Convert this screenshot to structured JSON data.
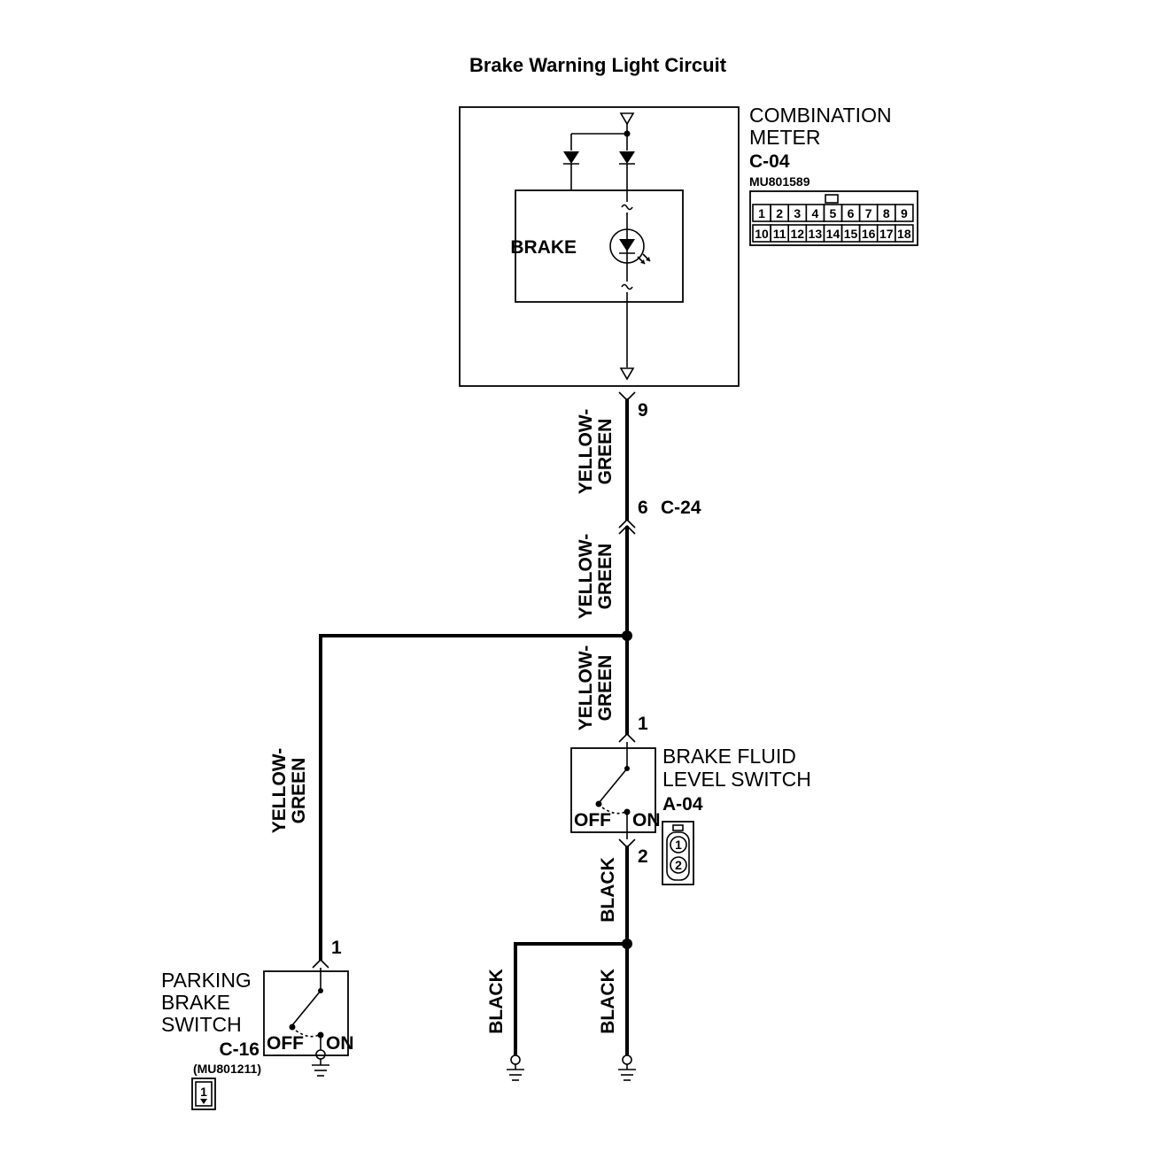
{
  "title": "Brake Warning Light Circuit",
  "combination_meter": {
    "name_line1": "COMBINATION",
    "name_line2": "METER",
    "connector": "C-04",
    "part_no": "MU801589",
    "lamp_label": "BRAKE",
    "pins_row1": [
      "1",
      "2",
      "3",
      "4",
      "5",
      "6",
      "7",
      "8",
      "9"
    ],
    "pins_row2": [
      "10",
      "11",
      "12",
      "13",
      "14",
      "15",
      "16",
      "17",
      "18"
    ]
  },
  "wires": {
    "meter_to_c24": "YELLOW-\nGREEN",
    "c24_to_junction": "YELLOW-\nGREEN",
    "junction_to_fluid_switch": "YELLOW-\nGREEN",
    "junction_to_parking": "YELLOW-\nGREEN",
    "fluid_to_ground": "BLACK",
    "ground_left": "BLACK",
    "ground_right": "BLACK"
  },
  "pins": {
    "meter_pin": "9",
    "c24_pin": "6",
    "c24_name": "C-24",
    "fluid_pin1": "1",
    "fluid_pin2": "2",
    "parking_pin": "1"
  },
  "brake_fluid_switch": {
    "name_line1": "BRAKE FLUID",
    "name_line2": "LEVEL SWITCH",
    "connector": "A-04",
    "off": "OFF",
    "on": "ON",
    "pin_a": "1",
    "pin_b": "2"
  },
  "parking_brake_switch": {
    "name_line1": "PARKING",
    "name_line2": "BRAKE",
    "name_line3": "SWITCH",
    "connector": "C-16",
    "part_no": "(MU801211)",
    "off": "OFF",
    "on": "ON",
    "pin": "1"
  }
}
